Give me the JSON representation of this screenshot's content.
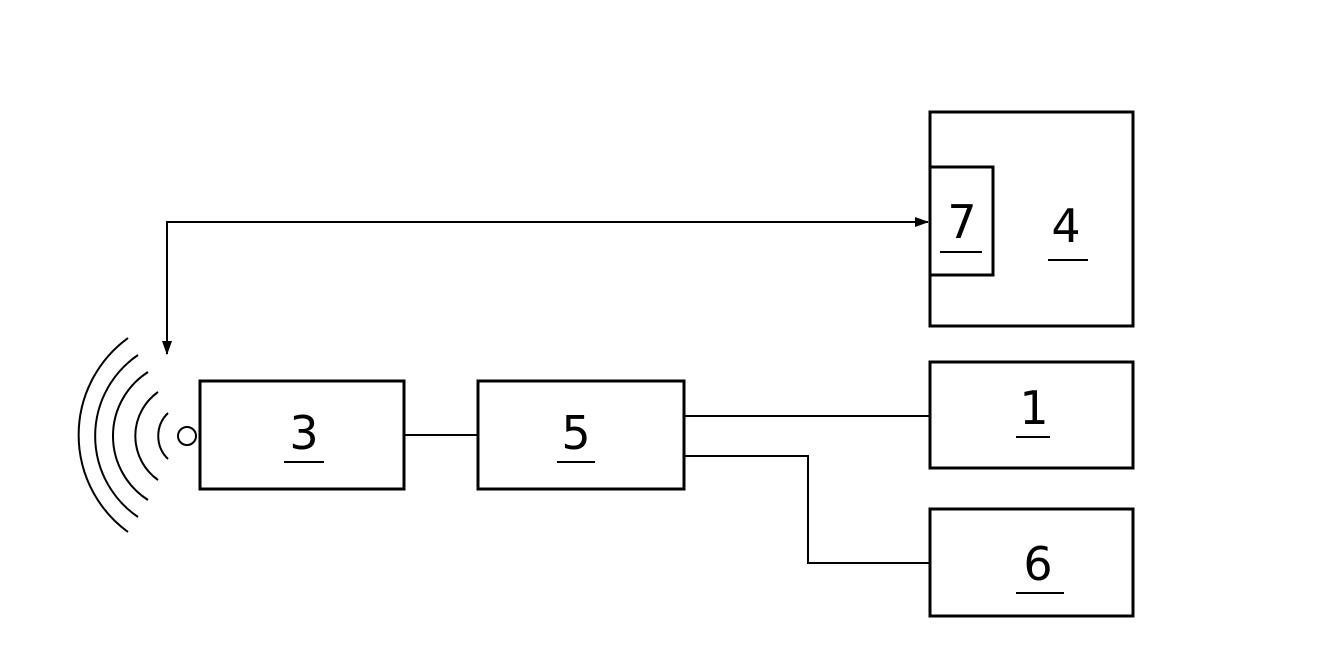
{
  "blocks": {
    "b1": {
      "label": "1"
    },
    "b3": {
      "label": "3"
    },
    "b4": {
      "label": "4"
    },
    "b5": {
      "label": "5"
    },
    "b6": {
      "label": "6"
    },
    "b7": {
      "label": "7"
    }
  }
}
